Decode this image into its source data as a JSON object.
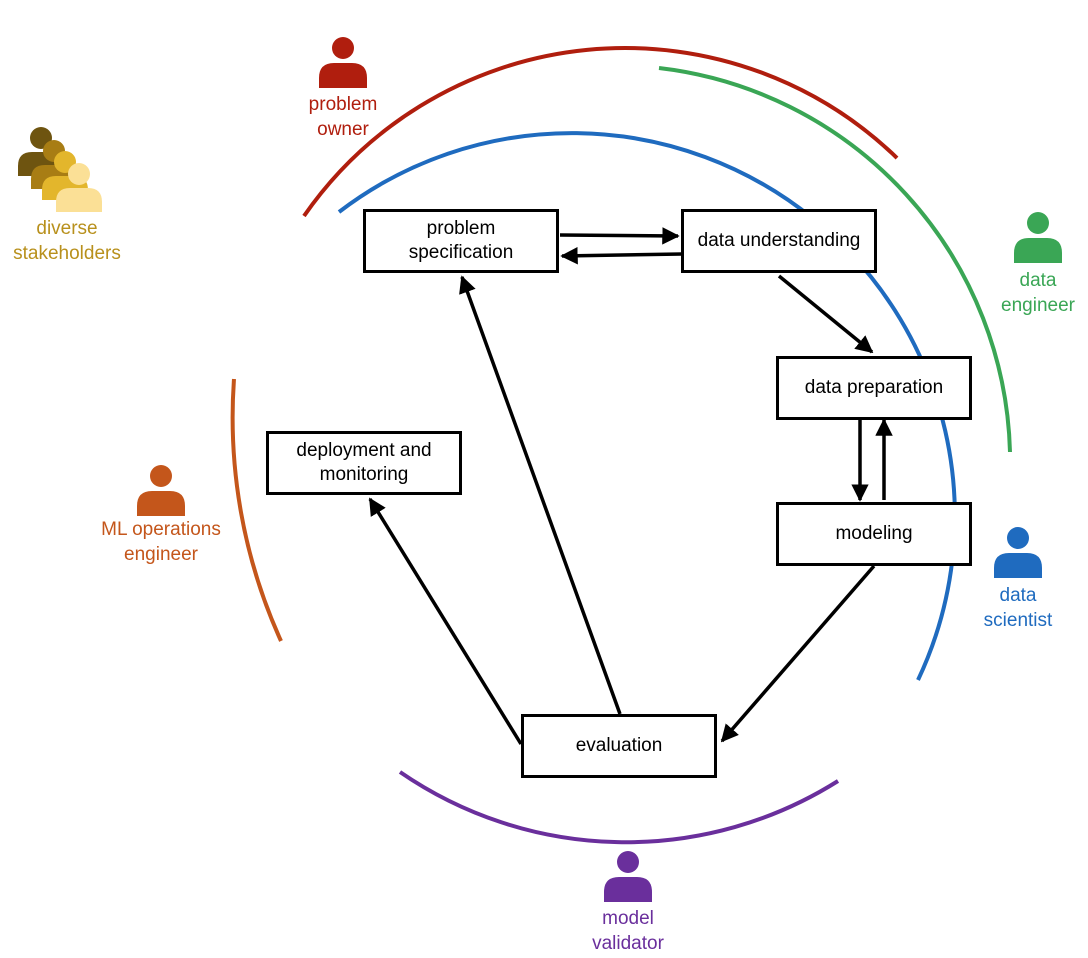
{
  "colors": {
    "problem_owner": "#b01e0e",
    "data_engineer": "#3aa655",
    "data_scientist": "#1f6bbf",
    "ml_ops": "#c4561b",
    "model_validator": "#6a2f9c",
    "stakeholders_text": "#b8901c",
    "stakeholders_1": "#6e5410",
    "stakeholders_2": "#a87d14",
    "stakeholders_3": "#e3b62c",
    "stakeholders_4": "#fbe096"
  },
  "boxes": {
    "problem_specification": [
      "problem",
      "specification"
    ],
    "data_understanding": [
      "data understanding"
    ],
    "data_preparation": [
      "data preparation"
    ],
    "modeling": [
      "modeling"
    ],
    "evaluation": [
      "evaluation"
    ],
    "deployment": [
      "deployment and",
      "monitoring"
    ]
  },
  "roles": {
    "problem_owner": [
      "problem",
      "owner"
    ],
    "stakeholders": [
      "diverse",
      "stakeholders"
    ],
    "data_engineer": [
      "data",
      "engineer"
    ],
    "data_scientist": [
      "data",
      "scientist"
    ],
    "ml_ops": [
      "ML operations",
      "engineer"
    ],
    "model_validator": [
      "model",
      "validator"
    ]
  },
  "icons": {
    "person": "person-icon",
    "group": "stakeholder-group-icon"
  }
}
